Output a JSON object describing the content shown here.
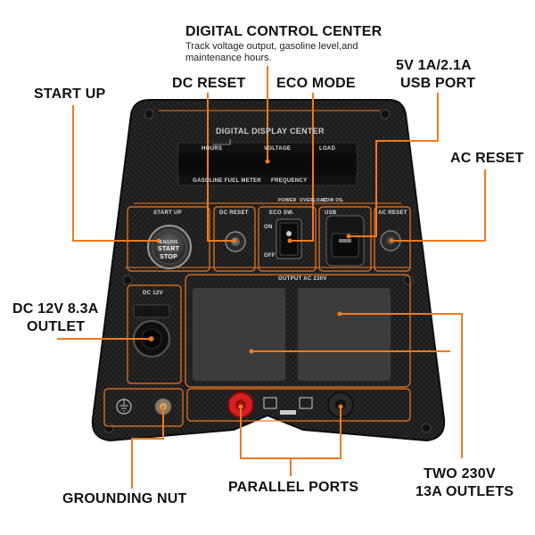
{
  "labels": {
    "digital_control_center": "DIGITAL CONTROL CENTER",
    "digital_control_desc_1": "Track voltage output, gasoline level,and",
    "digital_control_desc_2": "maintenance hours.",
    "start_up": "START UP",
    "dc_reset": "DC RESET",
    "eco_mode": "ECO MODE",
    "usb_port_1": "5V 1A/2.1A",
    "usb_port_2": "USB PORT",
    "ac_reset": "AC RESET",
    "dc_outlet_1": "DC 12V 8.3A",
    "dc_outlet_2": "OUTLET",
    "grounding_nut": "GROUNDING NUT",
    "parallel_ports": "PARALLEL PORTS",
    "ac_outlets_1": "TWO 230V",
    "ac_outlets_2": "13A OUTLETS"
  },
  "panel": {
    "display_title": "DIGITAL DISPLAY CENTER",
    "hours": "HOURS",
    "voltage": "VOLTAGE",
    "load": "LOAD",
    "fuel_meter": "GASOLINE FUEL METER",
    "frequency": "FREQUENCY",
    "power": "POWER",
    "overload": "OVERLOAD",
    "low_oil": "LOW OIL",
    "start_up": "START UP",
    "dc_reset": "DC RESET",
    "eco_sw": "ECO SW.",
    "usb": "USB",
    "ac_reset": "AC RESET",
    "engine": "ENGINE",
    "start": "START",
    "stop": "STOP",
    "on": "ON",
    "off": "OFF",
    "output": "OUTPUT  AC 230V",
    "dc12v": "DC 12V"
  },
  "colors": {
    "accent": "#f07a1e",
    "panel": "#1b1b1b",
    "red_port": "#d42020"
  }
}
